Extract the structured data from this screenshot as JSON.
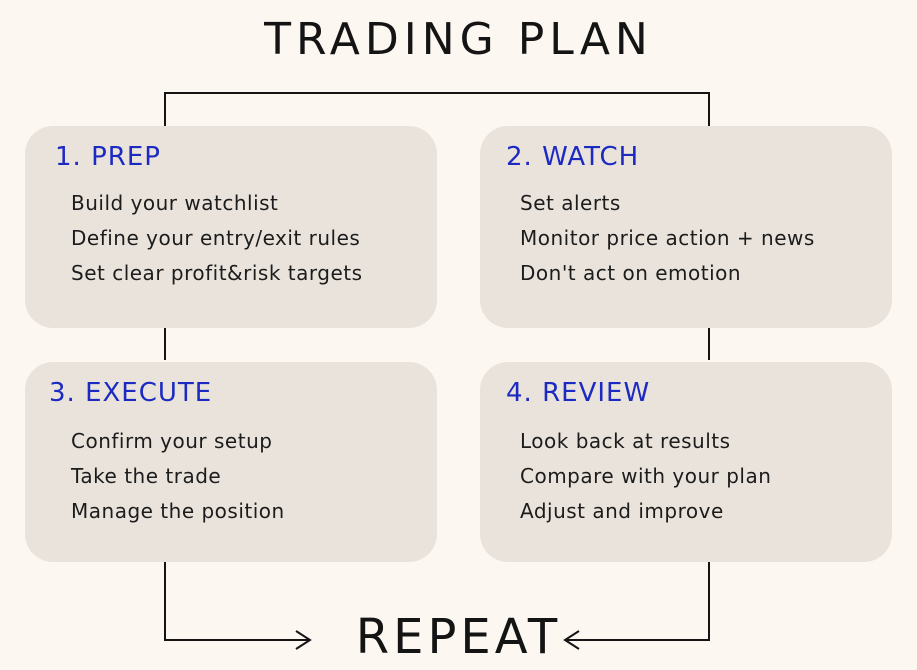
{
  "title": "TRADING PLAN",
  "footer": "REPEAT",
  "steps": [
    {
      "heading": "1. PREP",
      "items": [
        "Build your watchlist",
        "Define your entry/exit rules",
        "Set clear profit&risk targets"
      ]
    },
    {
      "heading": "2. WATCH",
      "items": [
        "Set alerts",
        "Monitor price action + news",
        "Don't act on emotion"
      ]
    },
    {
      "heading": "3. EXECUTE",
      "items": [
        "Confirm your setup",
        "Take the trade",
        "Manage the position"
      ]
    },
    {
      "heading": "4. REVIEW",
      "items": [
        "Look back at results",
        "Compare with your plan",
        "Adjust and improve"
      ]
    }
  ],
  "colors": {
    "background": "#fdf7f2",
    "card": "#e9e3dc",
    "heading": "#1d2ac2",
    "text": "#1c1c1c"
  }
}
